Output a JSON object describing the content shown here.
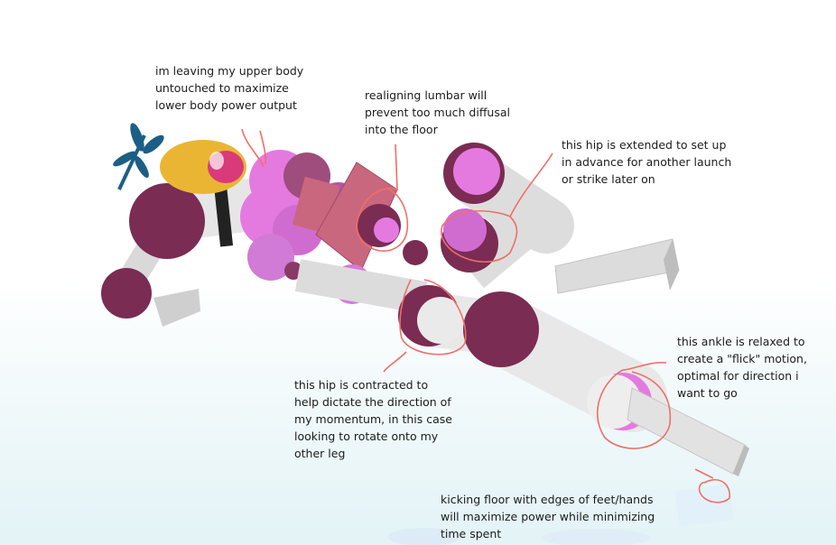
{
  "annotations": {
    "upper_body": "im leaving my upper body\nuntouched to maximize\nlower body power output",
    "lumbar": "realigning lumbar will\nprevent too much diffusal\ninto the floor",
    "hip_extended": "this hip is extended to set up\nin advance for another launch\nor strike later on",
    "ankle": "this ankle is relaxed to\ncreate a \"flick\" motion,\noptimal for direction i\nwant to go",
    "hip_contracted": "this hip is contracted to\nhelp dictate the direction of\nmy momentum, in this case\nlooking to rotate onto my\nother leg",
    "kick": "kicking floor with edges of feet/hands\nwill maximize power while minimizing\ntime spent"
  },
  "colors": {
    "joint_dark": "#7a2c52",
    "joint_pink": "#e47ae0",
    "limb": "#e8e8e8",
    "limb_shadow": "#b8b8b8",
    "torso": "#c9677e",
    "annotation_stroke": "#ef6e68",
    "dragonfly": "#1c5f86",
    "head_yellow": "#eab532",
    "floor": "#e3f3f6"
  },
  "icons": [
    "dragonfly-icon",
    "ragdoll-figure"
  ]
}
